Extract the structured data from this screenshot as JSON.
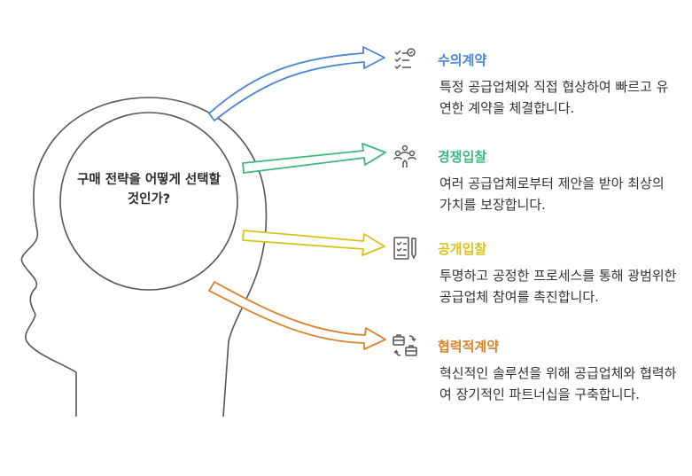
{
  "center": {
    "question": "구매 전략을 어떻게 선택할 것인가?"
  },
  "options": [
    {
      "title": "수의계약",
      "description": "특정 공급업체와 직접 협상하여 빠르고 유연한 계약을 체결합니다.",
      "color": "#4a86d8",
      "icon": "checklist-icon"
    },
    {
      "title": "경쟁입찰",
      "description": "여러 공급업체로부터 제안을 받아 최상의 가치를 보장합니다.",
      "color": "#3bb87c",
      "icon": "people-group-icon"
    },
    {
      "title": "공개입찰",
      "description": "투명하고 공정한 프로세스를 통해 광범위한 공급업체 참여를 촉진합니다.",
      "color": "#d9c21b",
      "icon": "clipboard-pen-icon"
    },
    {
      "title": "협력적계약",
      "description": "혁신적인 솔루션을 위해 공급업체와 협력하여 장기적인 파트너십을 구축합니다.",
      "color": "#d9832b",
      "icon": "briefcase-exchange-icon"
    }
  ]
}
